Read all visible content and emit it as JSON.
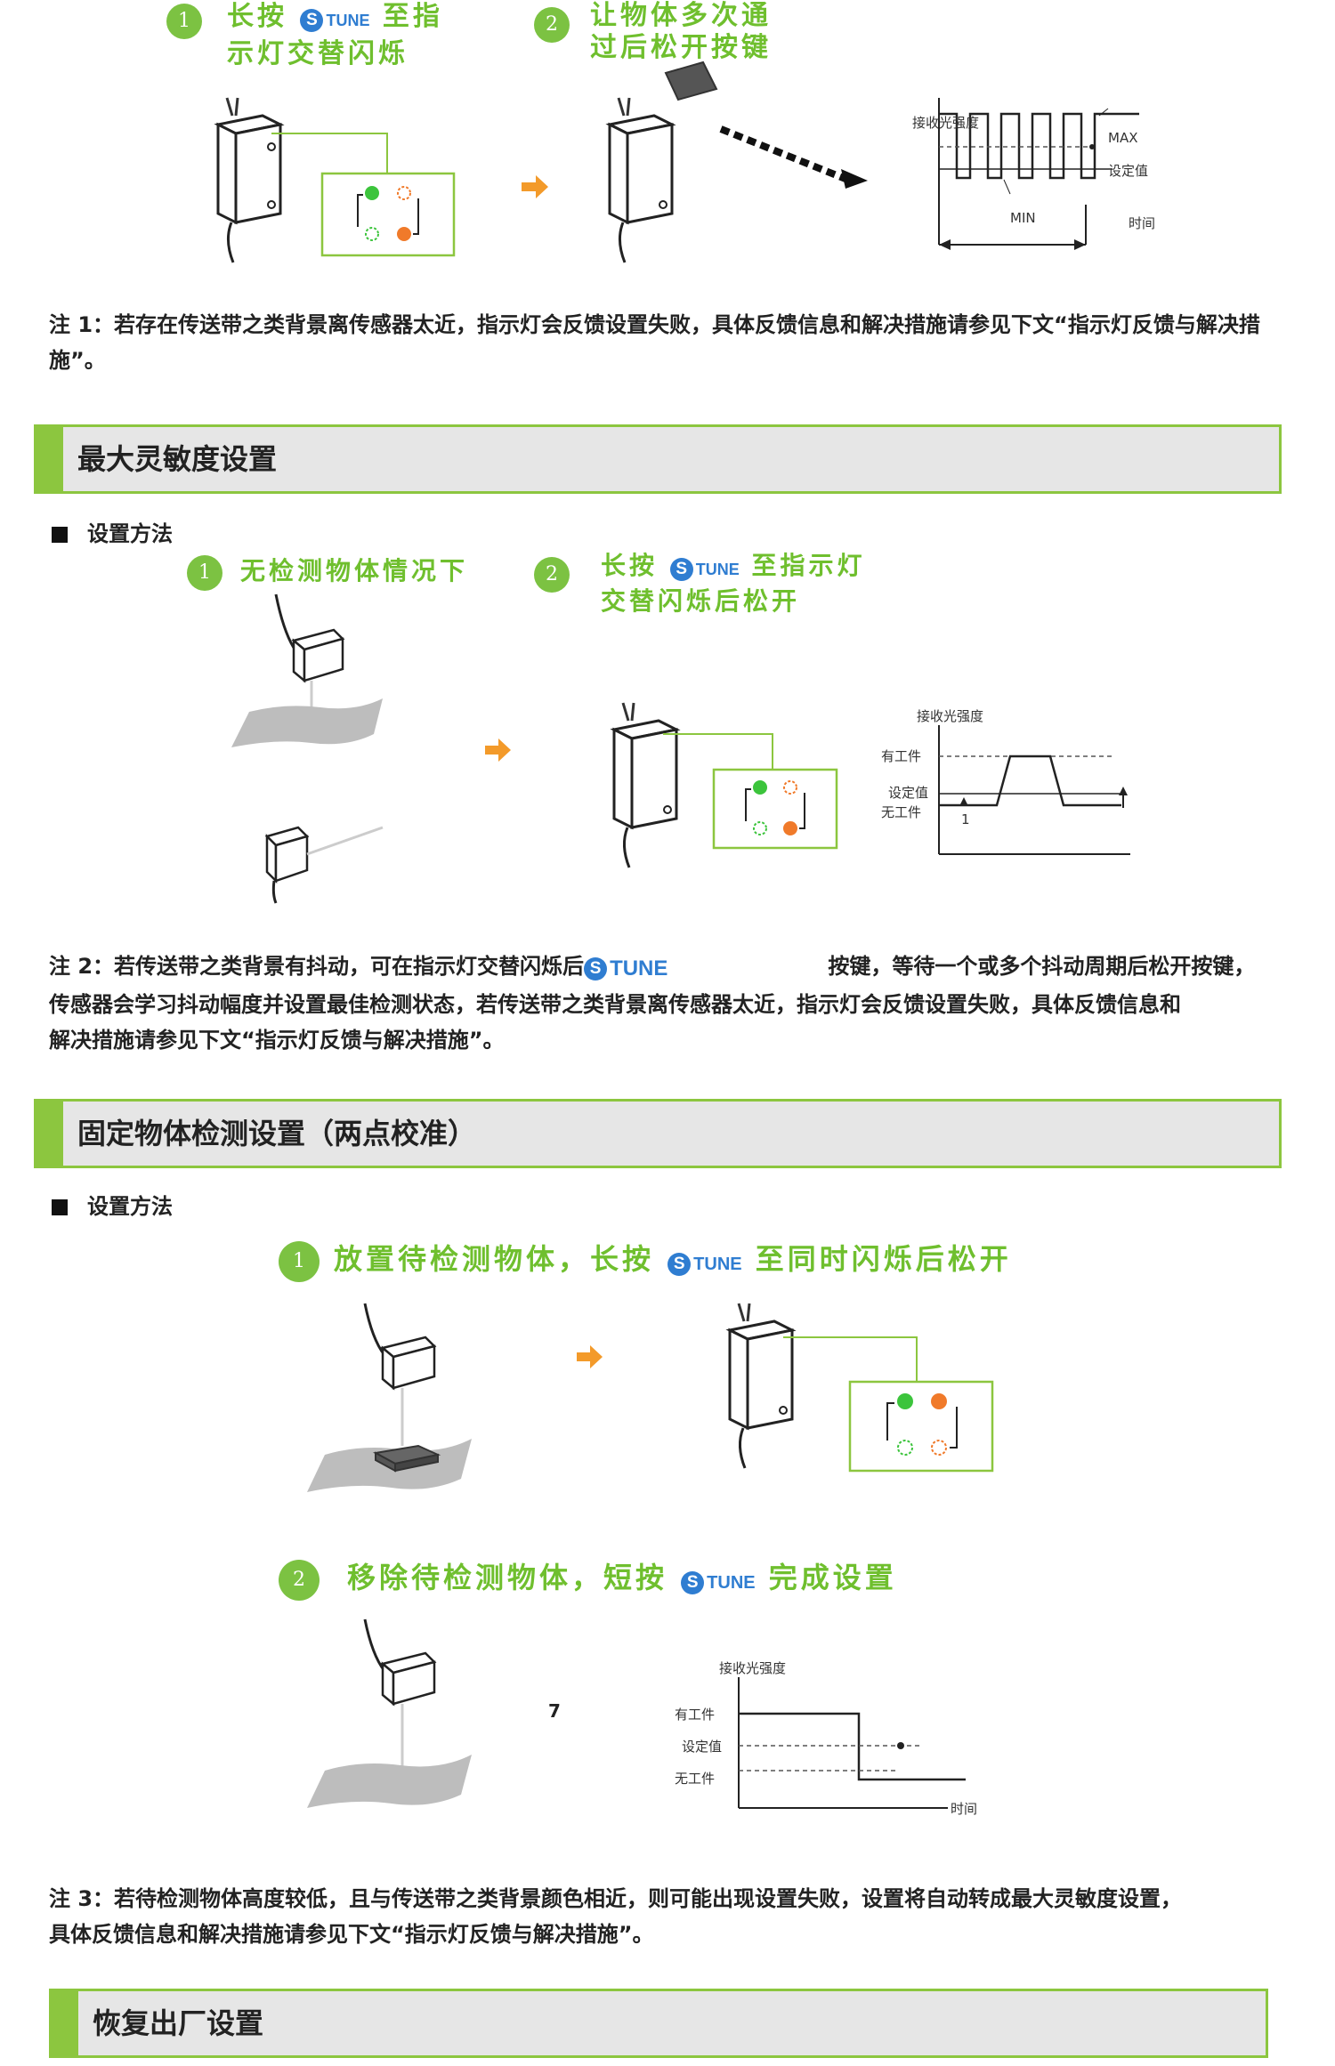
{
  "tune_text": "TUNE",
  "tune_glyph": "S",
  "section1": {
    "step1": {
      "num": "1",
      "pre": "长按",
      "post": "至指",
      "line2": "示灯交替闪烁"
    },
    "step2": {
      "num": "2",
      "line1": "让物体多次通",
      "line2": "过后松开按键"
    },
    "chart": {
      "ylabel": "接收光强度",
      "max": "MAX",
      "setpoint": "设定值",
      "min": "MIN",
      "xlabel": "时间"
    }
  },
  "note1": "注 1：若存在传送带之类背景离传感器太近，指示灯会反馈设置失败，具体反馈信息和解决措施请参见下文“指示灯反馈与解决措施”。",
  "max_sensitivity": {
    "title": "最大灵敏度设置",
    "subhead": "设置方法",
    "step1": {
      "num": "1",
      "text": "无检测物体情况下"
    },
    "step2": {
      "num": "2",
      "pre": "长按",
      "post": "至指示灯",
      "line2": "交替闪烁后松开"
    },
    "chart": {
      "ylabel": "接收光强度",
      "with_work": "有工件",
      "setpoint": "设定值",
      "no_work": "无工件",
      "arrow_num": "1"
    }
  },
  "note2": {
    "part1": "注 2：若传送带之类背景有抖动，可在指示灯交替闪烁后",
    "part2": "按键，等待一个或多个抖动周期后松开按键，",
    "line2": "传感器会学习抖动幅度并设置最佳检测状态，若传送带之类背景离传感器太近，指示灯会反馈设置失败，具体反馈信息和",
    "line3": "解决措施请参见下文“指示灯反馈与解决措施”。"
  },
  "fixed_object": {
    "title": "固定物体检测设置（两点校准）",
    "subhead": "设置方法",
    "step1": {
      "num": "1",
      "pre": "放置待检测物体，长按",
      "post": "至同时闪烁后松开"
    },
    "step2": {
      "num": "2",
      "pre": "移除待检测物体，短按",
      "post": "完成设置"
    },
    "page_number": "7",
    "chart": {
      "ylabel": "接收光强度",
      "with_work": "有工件",
      "setpoint": "设定值",
      "no_work": "无工件",
      "xlabel": "时间"
    }
  },
  "note3": {
    "line1": "注 3：若待检测物体高度较低，且与传送带之类背景颜色相近，则可能出现设置失败，设置将自动转成最大灵敏度设置，",
    "line2": "具体反馈信息和解决措施请参见下文“指示灯反馈与解决措施”。"
  },
  "factory_reset": {
    "title": "恢复出厂设置"
  },
  "colors": {
    "green": "#7cc242",
    "orange": "#f07a2a",
    "blue": "#2f7dd1",
    "bar_bg": "#e6e6e6"
  }
}
